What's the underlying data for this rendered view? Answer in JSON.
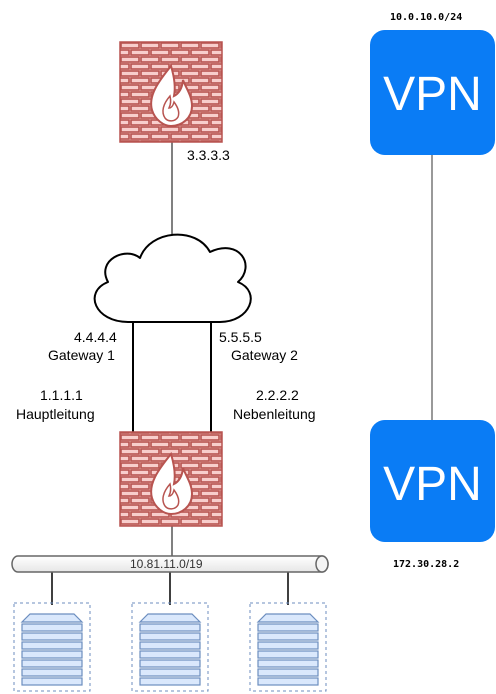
{
  "firewall_top": {
    "ip": "3.3.3.3"
  },
  "links": {
    "gateway1": {
      "ip": "4.4.4.4",
      "name": "Gateway 1"
    },
    "gateway2": {
      "ip": "5.5.5.5",
      "name": "Gateway 2"
    },
    "hauptleitung": {
      "ip": "1.1.1.1",
      "name": "Hauptleitung"
    },
    "nebenleitung": {
      "ip": "2.2.2.2",
      "name": "Nebenleitung"
    }
  },
  "bus": {
    "label": "10.81.11.0/19"
  },
  "vpn_top": {
    "network": "10.0.10.0/24",
    "label": "VPN"
  },
  "vpn_bottom": {
    "network": "172.30.28.2",
    "label": "VPN"
  },
  "colors": {
    "firewall_brick": "#f8cecc",
    "firewall_stroke": "#b85450",
    "vpn_blue": "#0a7cf5",
    "server_stroke": "#6c8ebf",
    "server_fill": "#dae8fc"
  },
  "icons": {
    "firewall": "firewall-icon",
    "cloud": "cloud-icon",
    "vpn": "vpn-icon",
    "server": "server-icon"
  }
}
